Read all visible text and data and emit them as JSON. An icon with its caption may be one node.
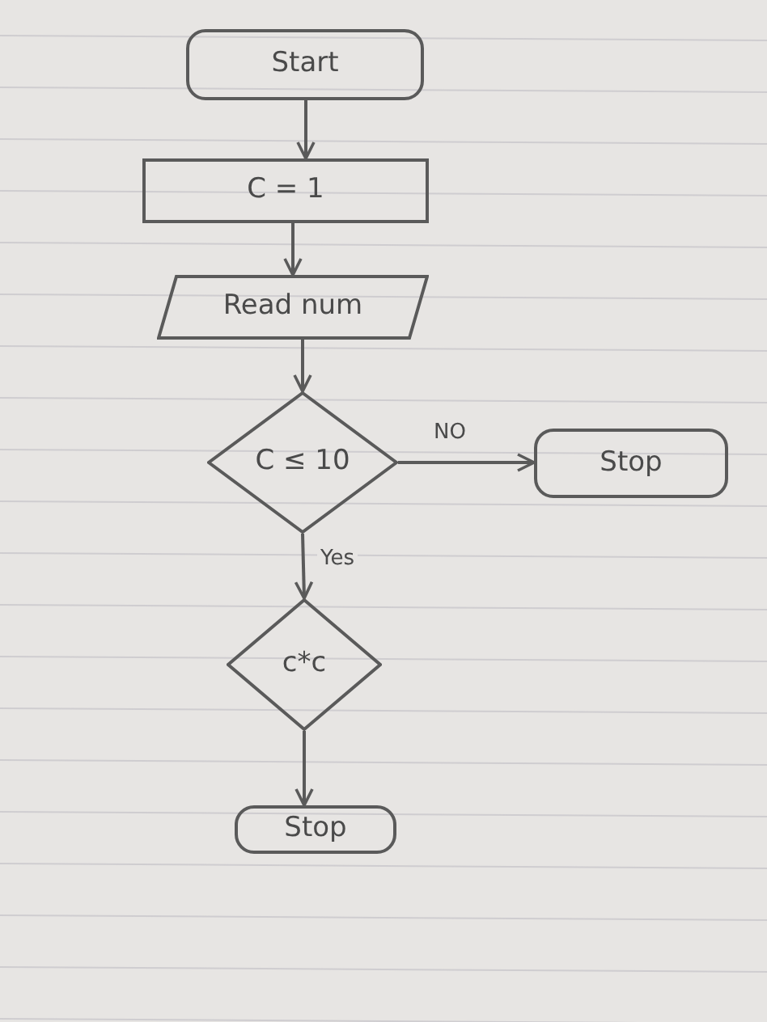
{
  "diagram": {
    "nodes": [
      {
        "text": [
          "Start"
        ]
      },
      {
        "text": [
          "C = 1"
        ]
      },
      {
        "text": [
          "Read num"
        ]
      },
      {
        "text": [
          "C ≤ 10"
        ]
      },
      {
        "text": [
          "Stop"
        ]
      },
      {
        "text": [
          "c*c"
        ]
      },
      {
        "text": [
          "Stop"
        ]
      }
    ],
    "edges": [
      {
        "from": 0,
        "to": 1,
        "arrow": "to"
      },
      {
        "from": 1,
        "to": 2,
        "arrow": "to"
      },
      {
        "from": 2,
        "to": 3,
        "arrow": "to"
      },
      {
        "from": 3,
        "to": 4,
        "arrow": "to",
        "label": "NO"
      },
      {
        "from": 3,
        "to": 5,
        "arrow": "to",
        "label": "Yes"
      },
      {
        "from": 5,
        "to": 6,
        "arrow": "to"
      }
    ]
  }
}
